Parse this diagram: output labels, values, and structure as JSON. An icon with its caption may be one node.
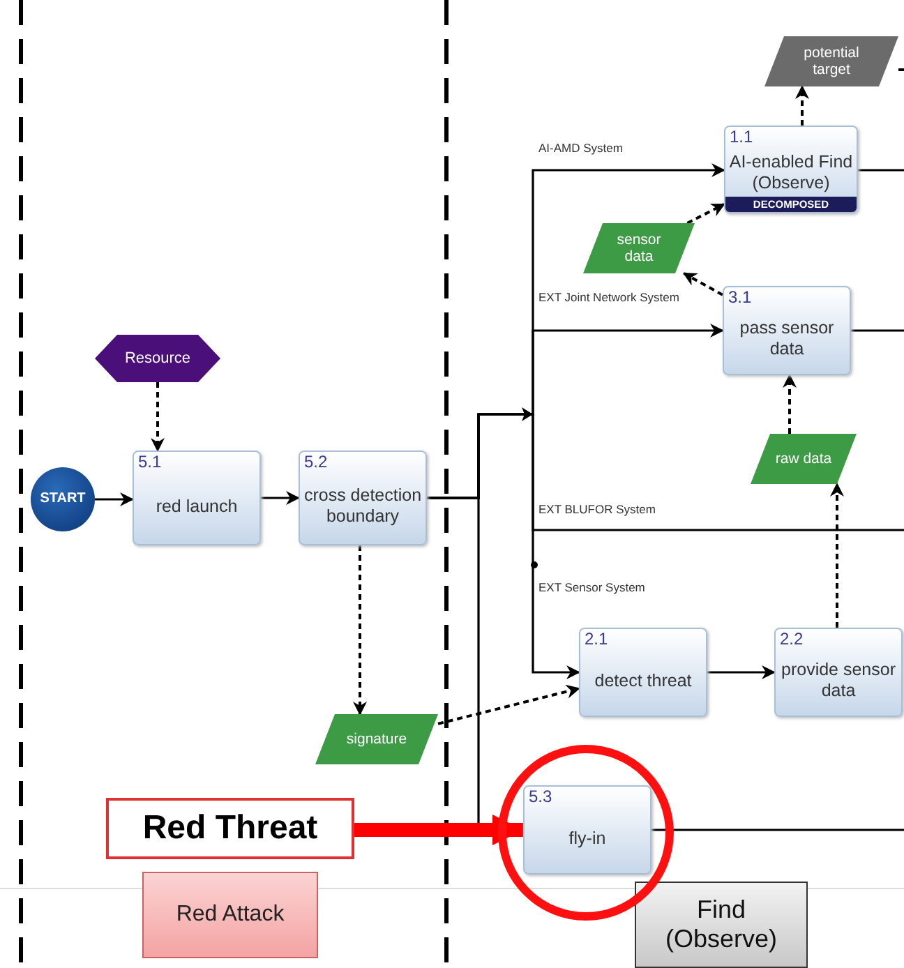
{
  "diagram": {
    "nodes": [
      {
        "text": [
          "START"
        ]
      },
      {
        "text": [
          "Resource"
        ]
      },
      {
        "text": [
          "5.1",
          "red launch"
        ]
      },
      {
        "text": [
          "5.2",
          "cross detection boundary"
        ]
      },
      {
        "text": [
          "potential target"
        ]
      },
      {
        "text": [
          "1.1",
          "AI-enabled Find (Observe)",
          "DECOMPOSED"
        ]
      },
      {
        "text": [
          "sensor data"
        ]
      },
      {
        "text": [
          "3.1",
          "pass sensor data"
        ]
      },
      {
        "text": [
          "raw data"
        ]
      },
      {
        "text": [
          "2.1",
          "detect threat"
        ]
      },
      {
        "text": [
          "2.2",
          "provide sensor data"
        ]
      },
      {
        "text": [
          "signature"
        ]
      },
      {
        "text": [
          "5.3",
          "fly-in"
        ]
      },
      {
        "text": [
          "Red Threat"
        ]
      },
      {
        "text": [
          "Red Attack"
        ]
      },
      {
        "text": [
          "Find (Observe)"
        ]
      }
    ],
    "edges": [
      {
        "from": 0,
        "to": 2,
        "arrow": "to"
      },
      {
        "from": 1,
        "to": 2,
        "arrow": "to",
        "style": "dashed"
      },
      {
        "from": 2,
        "to": 3,
        "arrow": "to"
      },
      {
        "from": 3,
        "to": 5,
        "arrow": "to"
      },
      {
        "from": 3,
        "to": 7,
        "arrow": "to"
      },
      {
        "from": 3,
        "to": 9,
        "arrow": "to"
      },
      {
        "from": 3,
        "to": 12,
        "arrow": "to"
      },
      {
        "from": 3,
        "to": null,
        "arrow": "none"
      },
      {
        "from": 3,
        "to": 11,
        "arrow": "to",
        "style": "dashed"
      },
      {
        "from": 11,
        "to": 9,
        "arrow": "to",
        "style": "dashed"
      },
      {
        "from": 9,
        "to": 10,
        "arrow": "to"
      },
      {
        "from": 10,
        "to": 8,
        "arrow": "to",
        "style": "dashed"
      },
      {
        "from": 8,
        "to": 7,
        "arrow": "to",
        "style": "dashed"
      },
      {
        "from": 7,
        "to": 6,
        "arrow": "to",
        "style": "dashed"
      },
      {
        "from": 6,
        "to": 5,
        "arrow": "to",
        "style": "dashed"
      },
      {
        "from": 5,
        "to": 4,
        "arrow": "to",
        "style": "dashed"
      },
      {
        "from": 4,
        "to": null,
        "arrow": "none",
        "style": "dashed"
      },
      {
        "from": 5,
        "to": null,
        "arrow": "none"
      },
      {
        "from": 7,
        "to": null,
        "arrow": "none"
      },
      {
        "from": 12,
        "to": null,
        "arrow": "none"
      },
      {
        "from": 13,
        "to": 12,
        "arrow": "to",
        "style": "thick",
        "color": "#ff0000"
      }
    ],
    "labels": [
      "AI-AMD System",
      "EXT Joint Network System",
      "EXT BLUFOR System",
      "EXT Sensor System"
    ]
  }
}
